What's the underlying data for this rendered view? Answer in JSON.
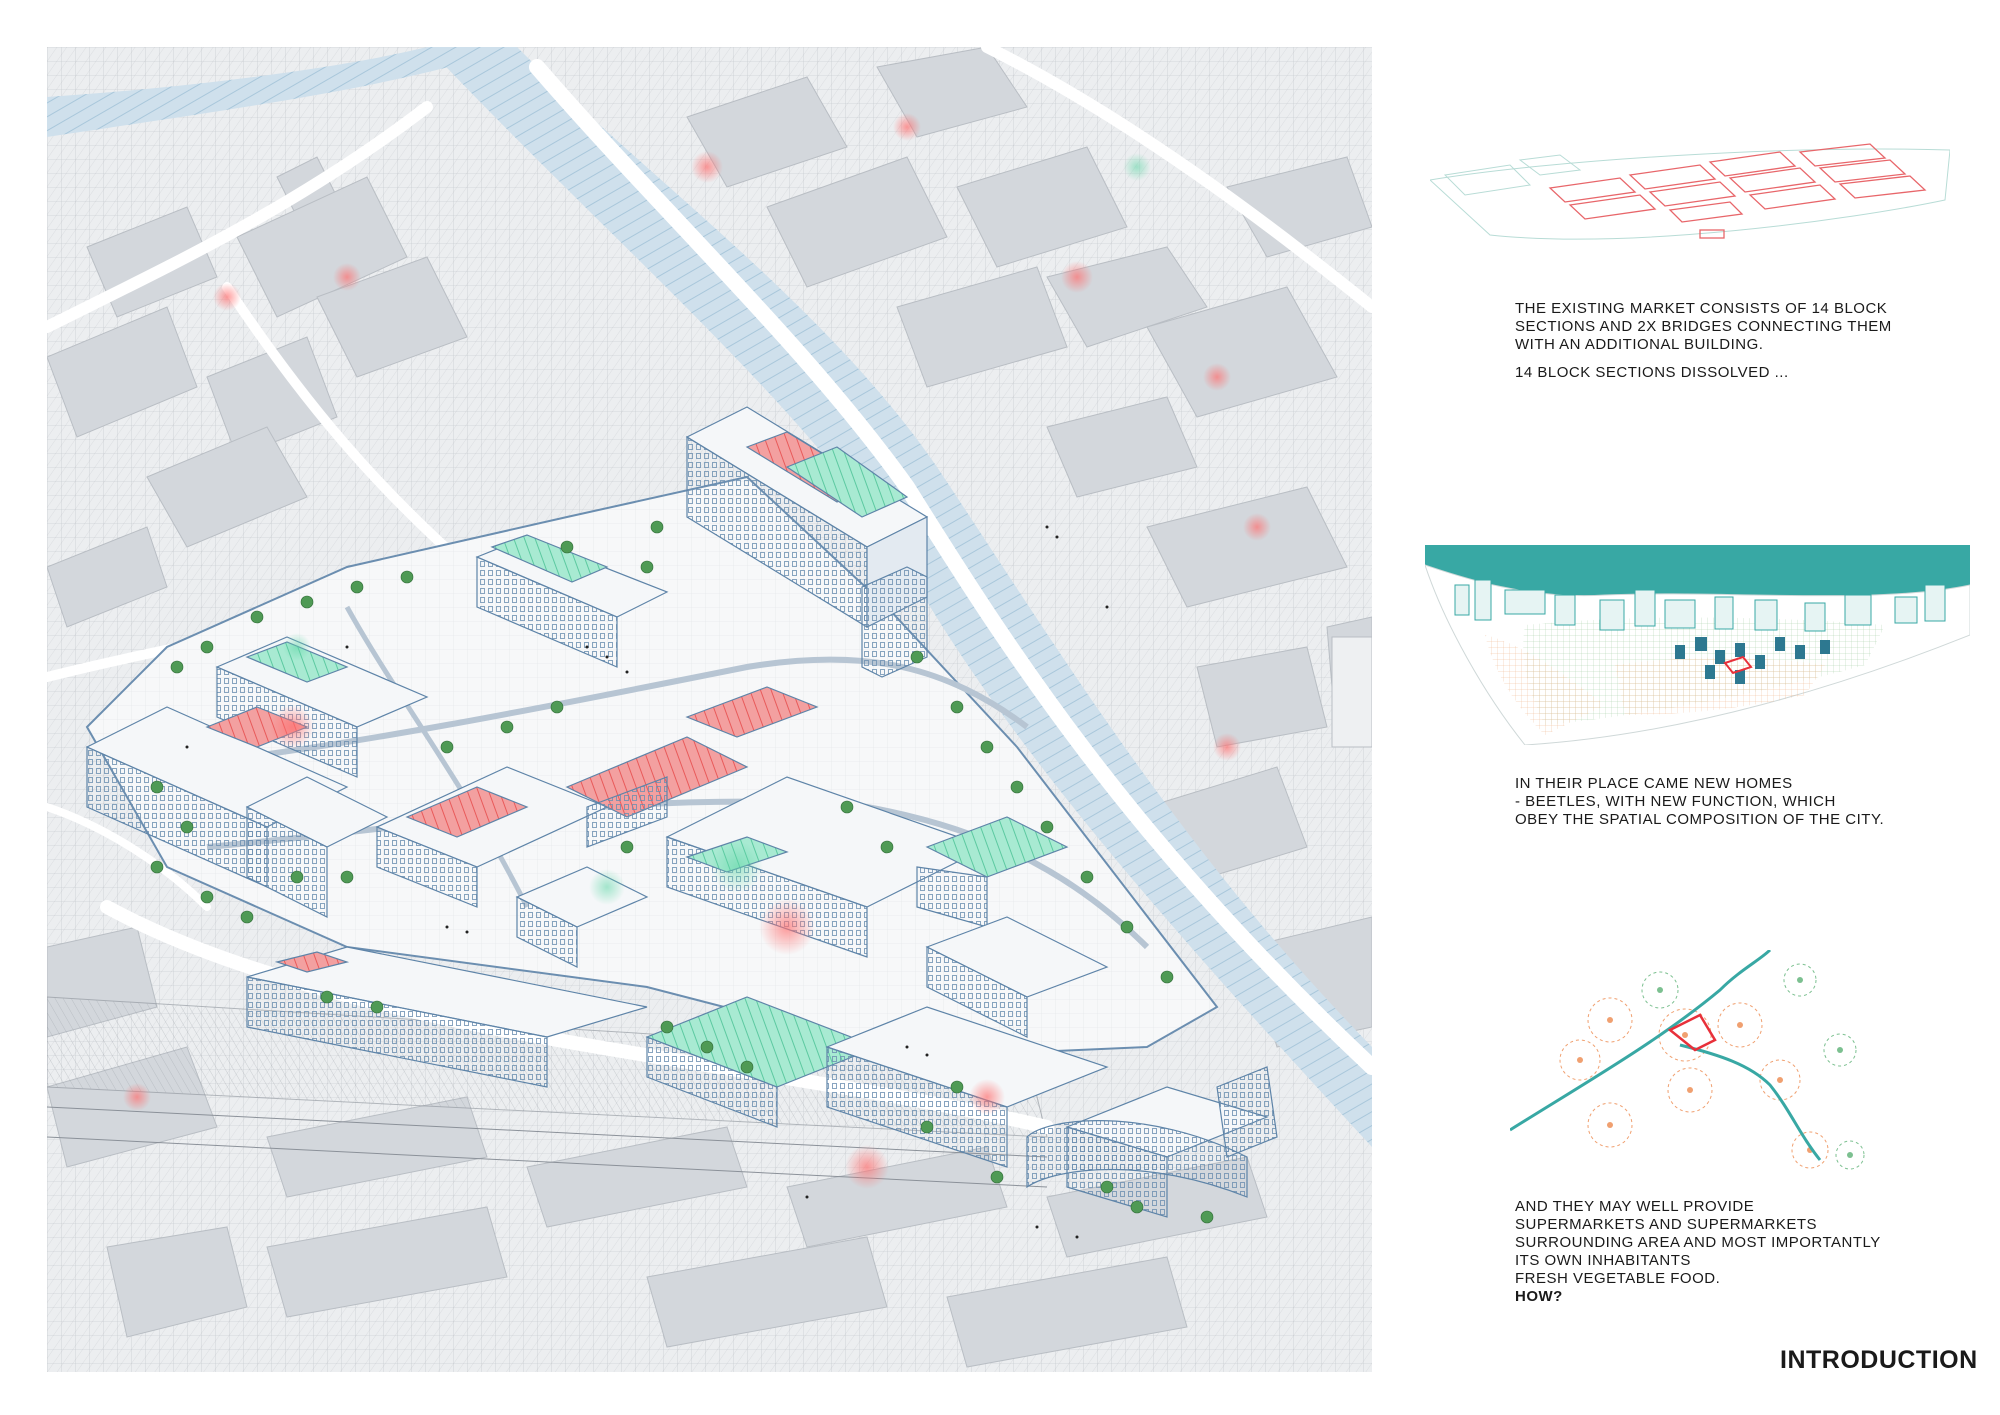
{
  "captions": {
    "block1": {
      "line1": "THE EXISTING MARKET CONSISTS OF 14 BLOCK\nSECTIONS AND 2X BRIDGES CONNECTING THEM\nWITH AN ADDITIONAL BUILDING.",
      "line2": "14 BLOCK SECTIONS DISSOLVED ..."
    },
    "block2": {
      "text": "IN THEIR PLACE CAME NEW HOMES\n- BEETLES, WITH NEW FUNCTION, WHICH\nOBEY THE SPATIAL COMPOSITION OF THE CITY."
    },
    "block3": {
      "text": "AND THEY MAY WELL PROVIDE\nSUPERMARKETS AND SUPERMARKETS\nSURROUNDING AREA AND MOST IMPORTANTLY\nITS OWN INHABITANTS\nFRESH VEGETABLE FOOD.",
      "emphasis": "HOW?"
    }
  },
  "title": "INTRODUCTION",
  "colors": {
    "highlight_red": "#f06a6a",
    "highlight_green": "#6fd6b0",
    "river_teal": "#38a8a4",
    "road_blue": "#b8d4e6",
    "building_grey": "#d9dde2",
    "tree_green": "#4f9a55",
    "orange_dot": "#f0a070"
  }
}
